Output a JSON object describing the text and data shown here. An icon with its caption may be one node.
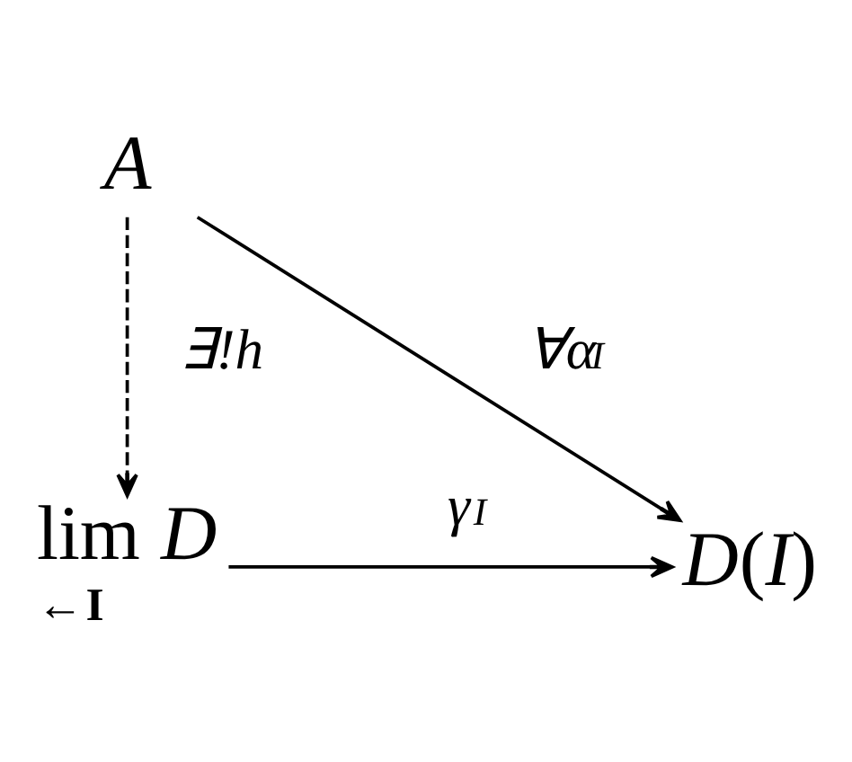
{
  "diagram": {
    "nodes": [
      {
        "text": [
          "A"
        ]
      },
      {
        "text": [
          "lim *D*",
          "←**I**"
        ]
      },
      {
        "text": [
          "*D*(*I*)"
        ]
      }
    ],
    "edges": [
      {
        "from": 0,
        "to": 1,
        "arrow": "to",
        "style": "dashed",
        "label": "∃!h"
      },
      {
        "from": 0,
        "to": 2,
        "arrow": "to",
        "label": "∀α$_{I}$"
      },
      {
        "from": 1,
        "to": 2,
        "arrow": "to",
        "label": "γ$_{I}$"
      }
    ]
  }
}
